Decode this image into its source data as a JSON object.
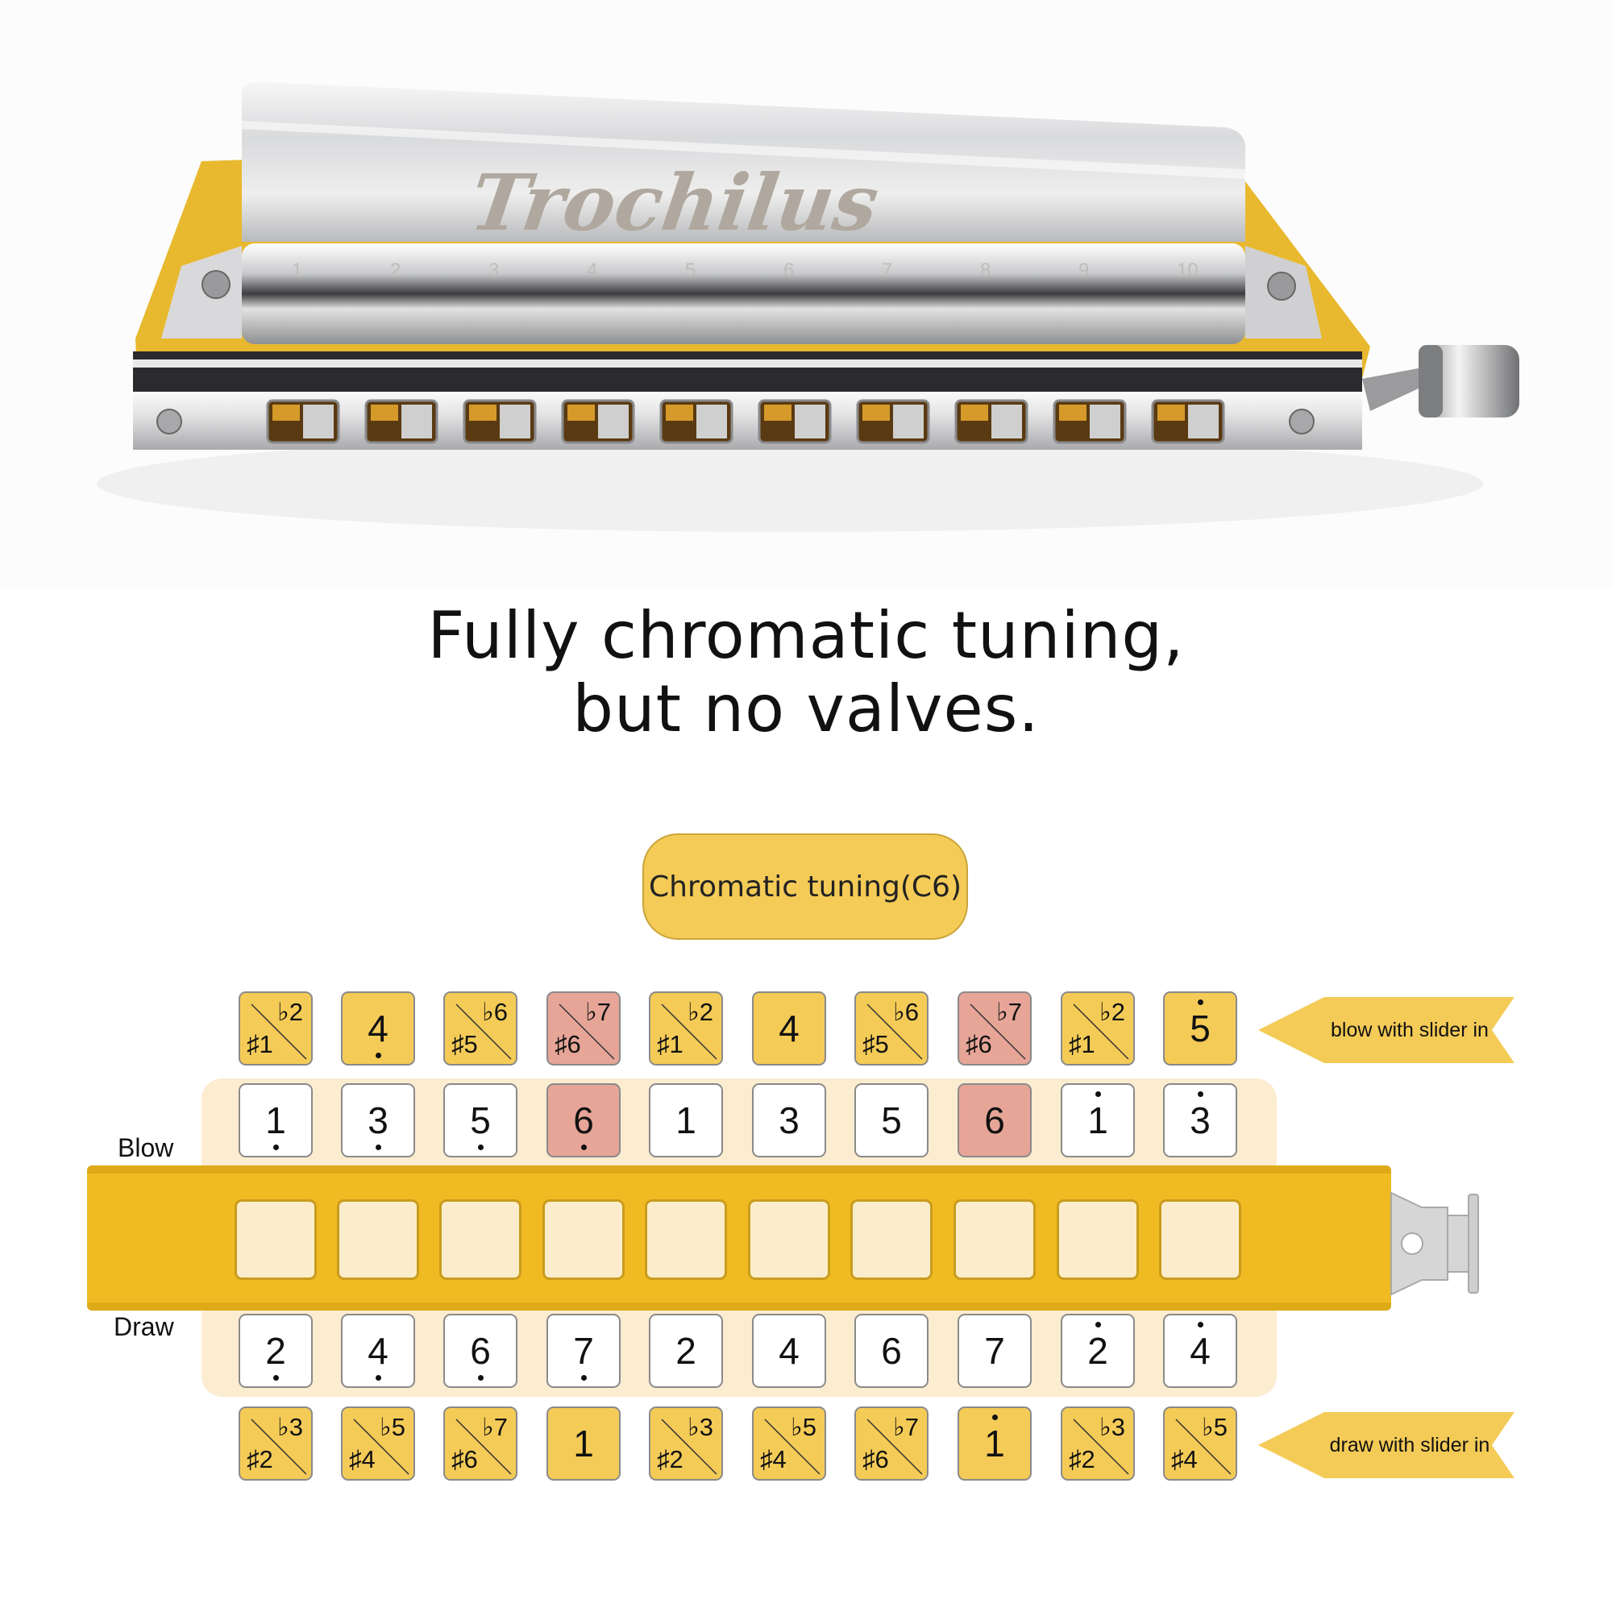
{
  "photo": {
    "brand_logo": "Trochilus",
    "hole_numbers": [
      "1",
      "2",
      "3",
      "4",
      "5",
      "6",
      "7",
      "8",
      "9",
      "10"
    ]
  },
  "headline": {
    "line1": "Fully chromatic tuning,",
    "line2": "but no valves."
  },
  "tuning_label": "Chromatic tuning(C6)",
  "labels": {
    "blow": "Blow",
    "draw": "Draw"
  },
  "flags": {
    "blow_slider": "blow with slider in",
    "draw_slider": "draw with slider in"
  },
  "colors": {
    "gold": "#f4cb57",
    "pink": "#e6a597",
    "body": "#f0ba22",
    "band": "#fcecd0"
  },
  "rows": {
    "blow_slider": [
      {
        "type": "split",
        "top": "♭2",
        "bottom": "♯1",
        "color": "gold"
      },
      {
        "type": "note",
        "text": "4",
        "dot": "below",
        "color": "gold"
      },
      {
        "type": "split",
        "top": "♭6",
        "bottom": "♯5",
        "color": "gold"
      },
      {
        "type": "split",
        "top": "♭7",
        "bottom": "♯6",
        "color": "pink"
      },
      {
        "type": "split",
        "top": "♭2",
        "bottom": "♯1",
        "color": "gold"
      },
      {
        "type": "note",
        "text": "4",
        "dot": "",
        "color": "gold"
      },
      {
        "type": "split",
        "top": "♭6",
        "bottom": "♯5",
        "color": "gold"
      },
      {
        "type": "split",
        "top": "♭7",
        "bottom": "♯6",
        "color": "pink"
      },
      {
        "type": "split",
        "top": "♭2",
        "bottom": "♯1",
        "color": "gold"
      },
      {
        "type": "note",
        "text": "5",
        "dot": "above",
        "color": "gold"
      }
    ],
    "blow": [
      {
        "type": "note",
        "text": "1",
        "dot": "below",
        "color": "white"
      },
      {
        "type": "note",
        "text": "3",
        "dot": "below",
        "color": "white"
      },
      {
        "type": "note",
        "text": "5",
        "dot": "below",
        "color": "white"
      },
      {
        "type": "note",
        "text": "6",
        "dot": "below",
        "color": "pink"
      },
      {
        "type": "note",
        "text": "1",
        "dot": "",
        "color": "white"
      },
      {
        "type": "note",
        "text": "3",
        "dot": "",
        "color": "white"
      },
      {
        "type": "note",
        "text": "5",
        "dot": "",
        "color": "white"
      },
      {
        "type": "note",
        "text": "6",
        "dot": "",
        "color": "pink"
      },
      {
        "type": "note",
        "text": "1",
        "dot": "above",
        "color": "white"
      },
      {
        "type": "note",
        "text": "3",
        "dot": "above",
        "color": "white"
      }
    ],
    "draw": [
      {
        "type": "note",
        "text": "2",
        "dot": "below",
        "color": "white"
      },
      {
        "type": "note",
        "text": "4",
        "dot": "below",
        "color": "white"
      },
      {
        "type": "note",
        "text": "6",
        "dot": "below",
        "color": "white"
      },
      {
        "type": "note",
        "text": "7",
        "dot": "below",
        "color": "white"
      },
      {
        "type": "note",
        "text": "2",
        "dot": "",
        "color": "white"
      },
      {
        "type": "note",
        "text": "4",
        "dot": "",
        "color": "white"
      },
      {
        "type": "note",
        "text": "6",
        "dot": "",
        "color": "white"
      },
      {
        "type": "note",
        "text": "7",
        "dot": "",
        "color": "white"
      },
      {
        "type": "note",
        "text": "2",
        "dot": "above",
        "color": "white"
      },
      {
        "type": "note",
        "text": "4",
        "dot": "above",
        "color": "white"
      }
    ],
    "draw_slider": [
      {
        "type": "split",
        "top": "♭3",
        "bottom": "♯2",
        "color": "gold"
      },
      {
        "type": "split",
        "top": "♭5",
        "bottom": "♯4",
        "color": "gold"
      },
      {
        "type": "split",
        "top": "♭7",
        "bottom": "♯6",
        "color": "gold"
      },
      {
        "type": "note",
        "text": "1",
        "dot": "",
        "color": "gold"
      },
      {
        "type": "split",
        "top": "♭3",
        "bottom": "♯2",
        "color": "gold"
      },
      {
        "type": "split",
        "top": "♭5",
        "bottom": "♯4",
        "color": "gold"
      },
      {
        "type": "split",
        "top": "♭7",
        "bottom": "♯6",
        "color": "gold"
      },
      {
        "type": "note",
        "text": "1",
        "dot": "above",
        "color": "gold"
      },
      {
        "type": "split",
        "top": "♭3",
        "bottom": "♯2",
        "color": "gold"
      },
      {
        "type": "split",
        "top": "♭5",
        "bottom": "♯4",
        "color": "gold"
      }
    ]
  }
}
